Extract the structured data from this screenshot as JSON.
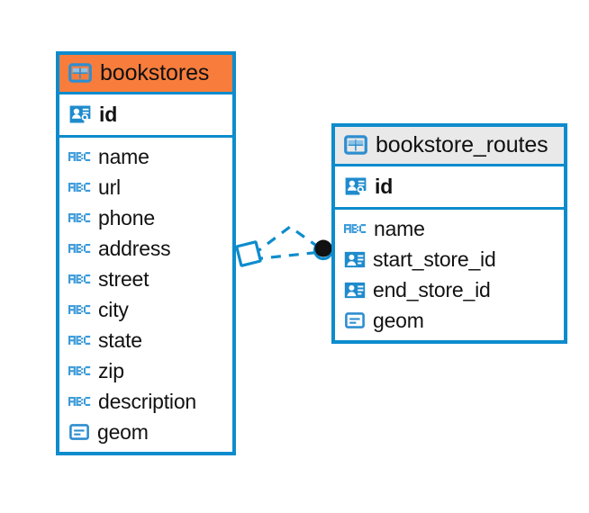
{
  "diagram": {
    "type": "entity-relationship-diagram",
    "background_color": "#ffffff",
    "accent_color": "#0d8ccd",
    "highlight_color": "#f87d3c",
    "neutral_header_color": "#e9e9e9"
  },
  "entities": [
    {
      "name": "bookstores",
      "header_style": "orange",
      "icon": "table-icon",
      "primary_key": {
        "label": "id",
        "icon": "primary-key-icon"
      },
      "fields": [
        {
          "label": "name",
          "icon": "abc-text-icon"
        },
        {
          "label": "url",
          "icon": "abc-text-icon"
        },
        {
          "label": "phone",
          "icon": "abc-text-icon"
        },
        {
          "label": "address",
          "icon": "abc-text-icon"
        },
        {
          "label": "street",
          "icon": "abc-text-icon"
        },
        {
          "label": "city",
          "icon": "abc-text-icon"
        },
        {
          "label": "state",
          "icon": "abc-text-icon"
        },
        {
          "label": "zip",
          "icon": "abc-text-icon"
        },
        {
          "label": "description",
          "icon": "abc-text-icon"
        },
        {
          "label": "geom",
          "icon": "geometry-icon"
        }
      ]
    },
    {
      "name": "bookstore_routes",
      "header_style": "gray",
      "icon": "table-icon",
      "primary_key": {
        "label": "id",
        "icon": "primary-key-icon"
      },
      "fields": [
        {
          "label": "name",
          "icon": "abc-text-icon"
        },
        {
          "label": "start_store_id",
          "icon": "foreign-key-icon"
        },
        {
          "label": "end_store_id",
          "icon": "foreign-key-icon"
        },
        {
          "label": "geom",
          "icon": "geometry-icon"
        }
      ]
    }
  ],
  "relationship": {
    "line_style": "dashed",
    "line_color": "#0d8ccd",
    "source_entity": "bookstores",
    "target_entity": "bookstore_routes",
    "source_marker": "diamond-outline",
    "target_marker": "filled-circle",
    "target_marker_color": "#111111"
  }
}
